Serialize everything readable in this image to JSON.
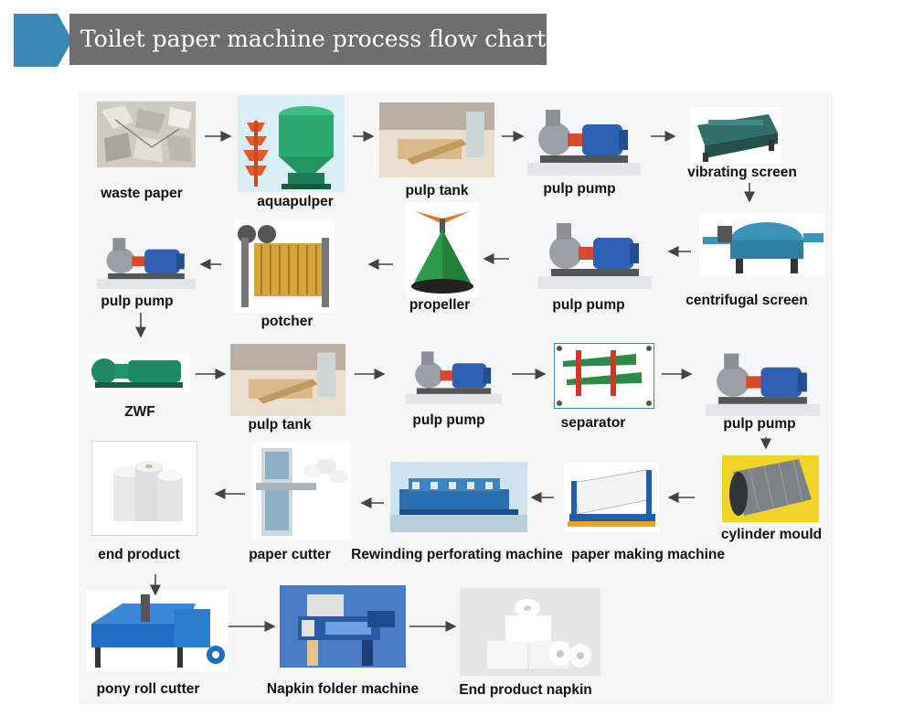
{
  "header": {
    "title": "Toilet paper machine process flow chart",
    "accent_color": "#3a86b5",
    "bar_color": "#6e6e6e"
  },
  "colors": {
    "arrow": "#444444",
    "pump_blue": "#2d5fb3",
    "pump_grey": "#9aa0a6",
    "pulper_green": "#2aa86e"
  },
  "labels": {
    "waste_paper": "waste paper",
    "aquapulper": "aquapulper",
    "pulp_tank_1": "pulp tank",
    "pulp_pump_1": "pulp pump",
    "vibrating_screen": "vibrating screen",
    "pulp_pump_2": "pulp pump",
    "potcher": "potcher",
    "propeller": "propeller",
    "pulp_pump_3": "pulp pump",
    "centrifugal_screen": "centrifugal screen",
    "zwf": "ZWF",
    "pulp_tank_2": "pulp tank",
    "pulp_pump_4": "pulp pump",
    "separator": "separator",
    "pulp_pump_5": "pulp pump",
    "end_product": "end product",
    "paper_cutter": "paper cutter",
    "rewinding": "Rewinding perforating machine",
    "paper_making": "paper making machine",
    "cylinder_mould": "cylinder mould",
    "pony_roll": "pony roll cutter",
    "napkin_folder": "Napkin folder machine",
    "end_product_napkin": "End product napkin"
  }
}
